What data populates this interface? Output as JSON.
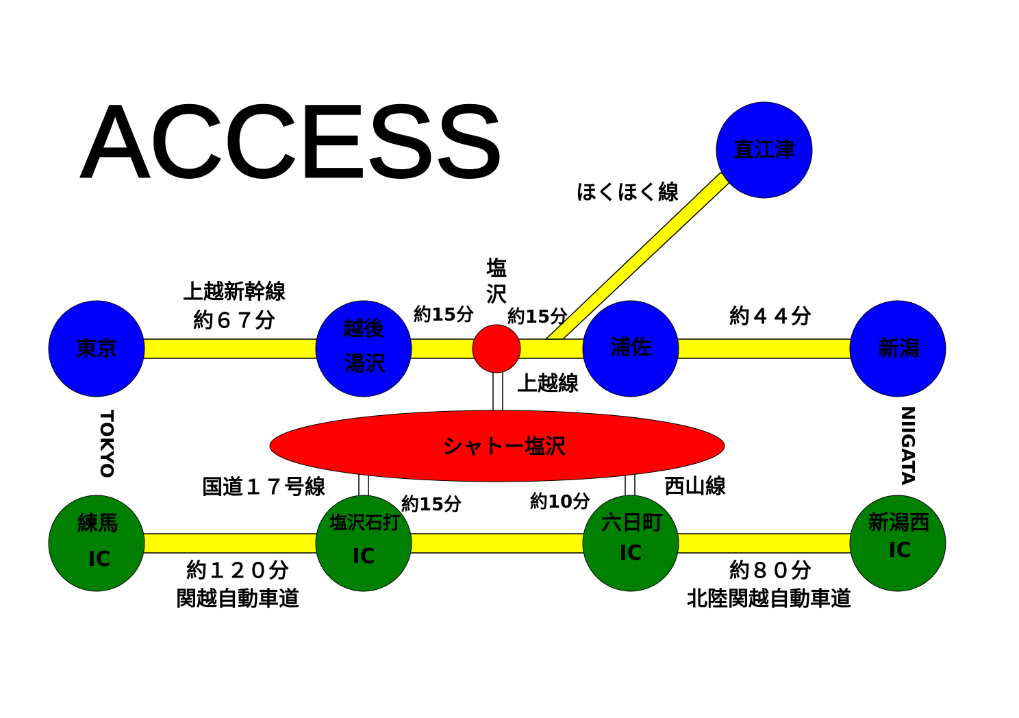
{
  "title": "ACCESS",
  "colors": {
    "rail": "#0000ff",
    "road": "#008000",
    "line": "#ffff00",
    "hotel": "#ff0000"
  },
  "stations": {
    "tokyo": "東京",
    "echigo_yuzawa_1": "越後",
    "echigo_yuzawa_2": "湯沢",
    "shiozawa_1": "塩",
    "shiozawa_2": "沢",
    "urasa": "浦佐",
    "niigata": "新潟",
    "naoetsu": "直江津"
  },
  "ics": {
    "nerima_1": "練馬",
    "nerima_2": "IC",
    "shiozawa_ishiuchi_1": "塩沢石打",
    "shiozawa_ishiuchi_2": "IC",
    "muikamachi_1": "六日町",
    "muikamachi_2": "IC",
    "niigata_nishi_1": "新潟西",
    "niigata_nishi_2": "IC"
  },
  "hotel": "シャトー塩沢",
  "labels": {
    "joetsu_shinkansen": "上越新幹線",
    "time_67": "約６７分",
    "time_15_left": "約15分",
    "time_15_right": "約15分",
    "time_44": "約４４分",
    "hokuhoku": "ほくほく線",
    "joetsu_line": "上越線",
    "route17": "国道１７号線",
    "time_15_road": "約15分",
    "time_10_road": "約10分",
    "nishiyama": "西山線",
    "time_120": "約１２０分",
    "kanetsu": "関越自動車道",
    "time_80": "約８０分",
    "hokuriku_kanetsu": "北陸関越自動車道",
    "tokyo_en": "TOKYO",
    "niigata_en": "NIIGATA"
  }
}
